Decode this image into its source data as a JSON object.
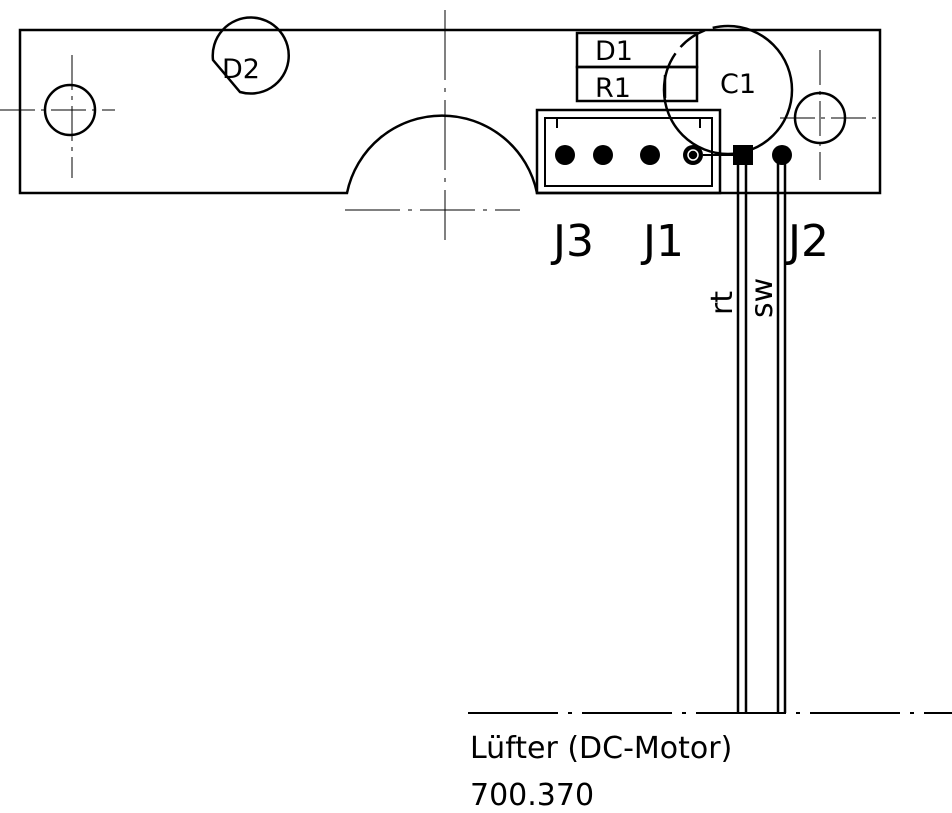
{
  "components": {
    "d1": "D1",
    "d2": "D2",
    "r1": "R1",
    "c1": "C1"
  },
  "connectors": {
    "j1": "J1",
    "j2": "J2",
    "j3": "J3"
  },
  "wires": {
    "red": "rt",
    "black": "sw"
  },
  "caption": {
    "name": "Lüfter (DC-Motor)",
    "part_number": "700.370"
  },
  "colors": {
    "ink": "#000000",
    "paper": "#ffffff"
  }
}
